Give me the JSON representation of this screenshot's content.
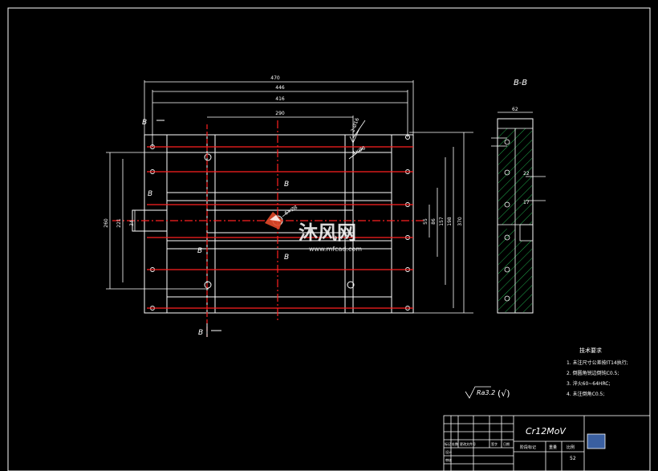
{
  "section_title": "B-B",
  "section_markers": [
    "B",
    "B",
    "B",
    "B",
    "B",
    "B"
  ],
  "horizontal_dims": [
    "470",
    "446",
    "416",
    "290"
  ],
  "vertical_dims": [
    "260",
    "221",
    "34",
    "55",
    "86",
    "157",
    "198",
    "370"
  ],
  "section_view_dims": [
    "62",
    "22",
    "17"
  ],
  "hole_labels": [
    "2-Ø16",
    "4×Ø6",
    "6×Ø8"
  ],
  "roughness_note": "Ra3.2",
  "roughness_symbol": "(√)",
  "tech_requirements": {
    "title": "技术要求",
    "items": [
      "1. 未注尺寸公差按IT14执行;",
      "2. 倒圆角锐边倒钝C0.5;",
      "3. 淬火60~64HRC;",
      "4. 未注倒角C0.5;"
    ]
  },
  "title_block": {
    "material": "Cr12MoV",
    "row_labels": [
      "标记",
      "处数",
      "更改文件号",
      "签字",
      "日期"
    ],
    "design_label": "设计",
    "check_label": "审核",
    "stage_label": "阶段标记",
    "weight_label": "重量",
    "scale_label": "比例",
    "scale_value": "52"
  },
  "watermark": {
    "brand": "沐风网",
    "url": "www.mfcad.com"
  },
  "colors": {
    "background": "#000000",
    "line": "#ffffff",
    "center_line": "#ff2020",
    "hatch": "#1fa84a",
    "dim": "#ffffff"
  }
}
